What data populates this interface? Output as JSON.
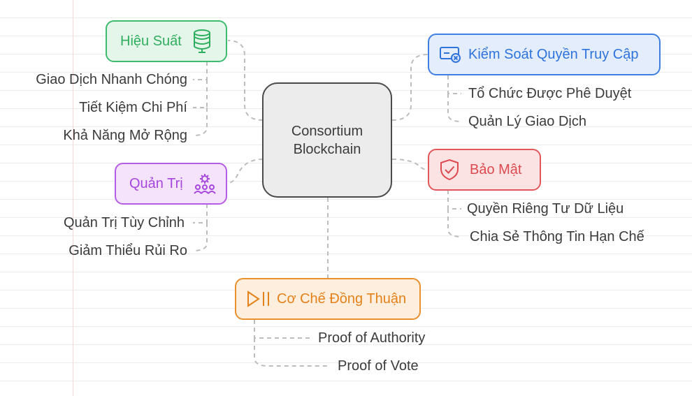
{
  "center": {
    "line1": "Consortium",
    "line2": "Blockchain"
  },
  "branches": {
    "performance": {
      "title": "Hiệu Suất",
      "icon": "database-icon",
      "color": "#3dbb6f",
      "items": [
        "Giao Dịch Nhanh Chóng",
        "Tiết Kiệm Chi Phí",
        "Khả Năng Mở Rộng"
      ]
    },
    "governance": {
      "title": "Quản Trị",
      "icon": "group-gear-icon",
      "color": "#b55ce6",
      "items": [
        "Quản Trị Tùy Chỉnh",
        "Giảm Thiểu Rủi Ro"
      ]
    },
    "access_control": {
      "title": "Kiểm Soát Quyền Truy Cập",
      "icon": "access-card-icon",
      "color": "#3d7fe0",
      "items": [
        "Tổ Chức Được Phê Duyệt",
        "Quản Lý Giao Dịch"
      ]
    },
    "security": {
      "title": "Bảo Mật",
      "icon": "shield-check-icon",
      "color": "#e2575b",
      "items": [
        "Quyền Riêng Tư Dữ Liệu",
        "Chia Sẻ Thông Tin Hạn Chế"
      ]
    },
    "consensus": {
      "title": "Cơ Chế Đồng Thuận",
      "icon": "play-pause-icon",
      "color": "#e8902c",
      "items": [
        "Proof of Authority",
        "Proof of Vote"
      ]
    }
  }
}
